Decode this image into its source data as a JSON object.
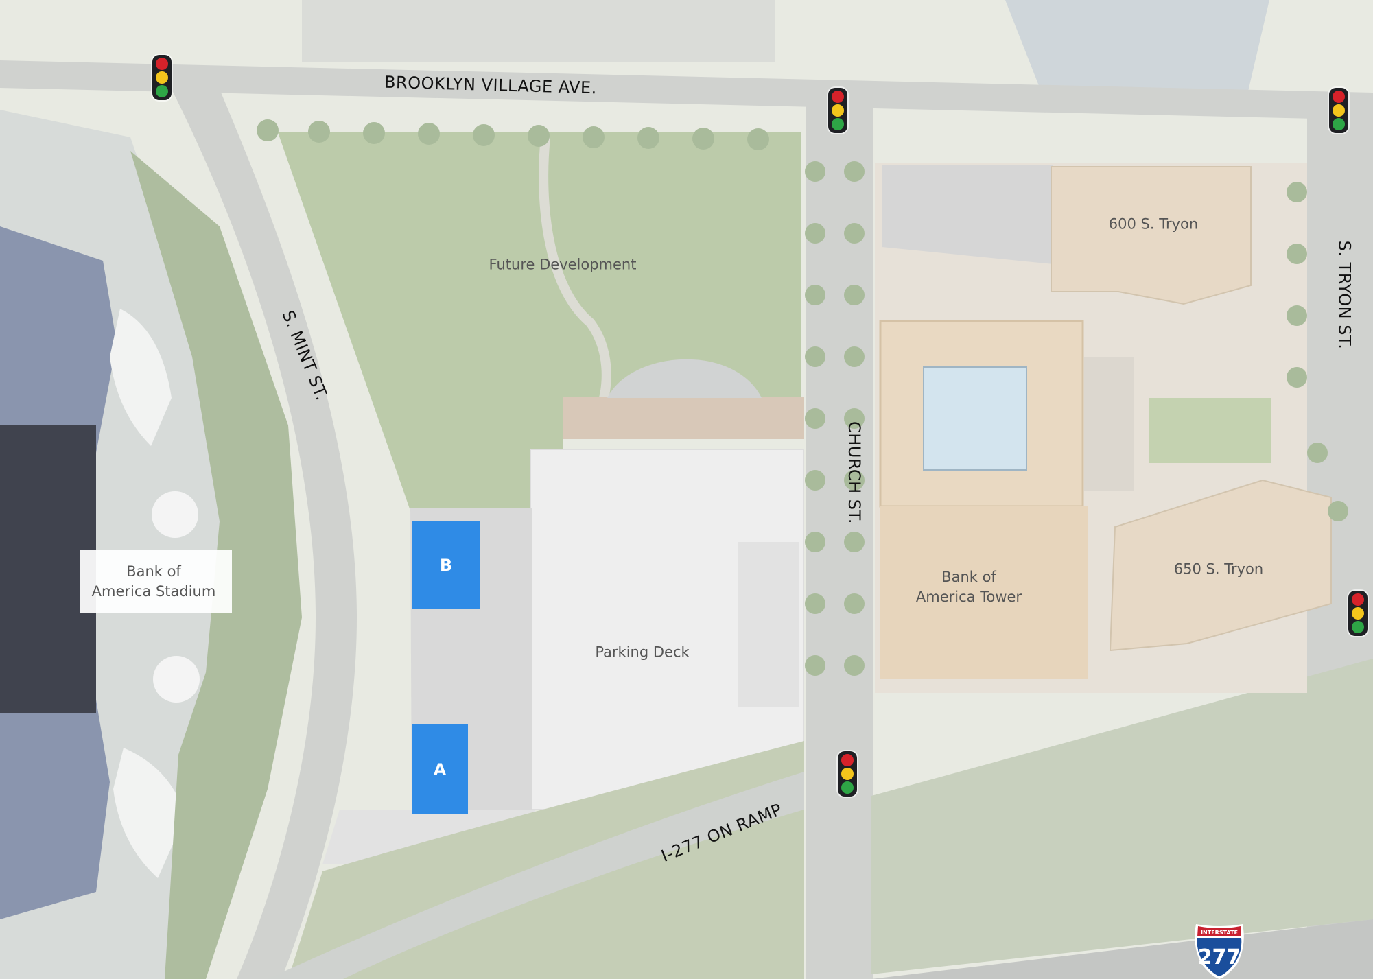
{
  "streets": {
    "brooklyn_village": "BROOKLYN VILLAGE AVE.",
    "mint": "S. MINT ST.",
    "church": "CHURCH ST.",
    "tryon": "S. TRYON ST.",
    "ramp": "I-277 ON RAMP"
  },
  "places": {
    "future_development": "Future Development",
    "parking_deck": "Parking Deck",
    "tryon_600": "600 S. Tryon",
    "tryon_650": "650 S. Tryon",
    "boa_tower": [
      "Bank of",
      "America Tower"
    ],
    "boa_stadium": [
      "Bank of",
      "America Stadium"
    ]
  },
  "units": {
    "a": "A",
    "b": "B"
  },
  "shield": {
    "top": "INTERSTATE",
    "number": "277"
  },
  "colors": {
    "unit_highlight": "#2f8be6",
    "signal_red": "#d6222a",
    "signal_yellow": "#f3c51c",
    "signal_green": "#2ea646",
    "shield_blue": "#1a4e9c",
    "shield_red": "#c8202f"
  },
  "icons": {
    "signal": "traffic-light-icon",
    "shield": "interstate-shield-icon"
  }
}
